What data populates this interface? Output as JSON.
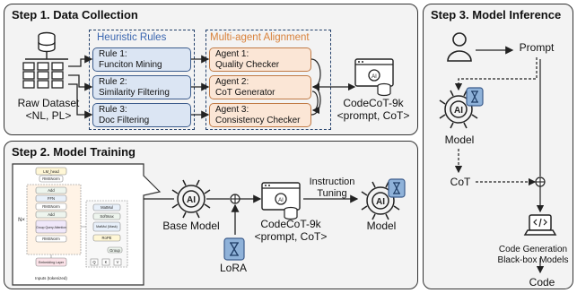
{
  "step1": {
    "title": "Step 1. Data Collection",
    "raw_dataset": {
      "line1": "Raw Dataset",
      "line2": "<NL, PL>"
    },
    "heuristic": {
      "header": "Heuristic Rules",
      "rules": [
        {
          "num": "Rule 1:",
          "name": "Funciton Mining"
        },
        {
          "num": "Rule 2:",
          "name": "Similarity Filtering"
        },
        {
          "num": "Rule 3:",
          "name": "Doc Filtering"
        }
      ]
    },
    "multi_agent": {
      "header": "Multi-agent Alignment",
      "agents": [
        {
          "num": "Agent 1:",
          "name": "Quality Checker"
        },
        {
          "num": "Agent 2:",
          "name": "CoT Generator"
        },
        {
          "num": "Agent 3:",
          "name": "Consistency Checker"
        }
      ]
    },
    "output": {
      "line1": "CodeCoT-9k",
      "line2": "<prompt, CoT>"
    }
  },
  "step2": {
    "title": "Step 2. Model Training",
    "arch": {
      "n_label": "N×",
      "inputs_label": "Inputs (tokenized)",
      "layers": [
        "LM_head",
        "RMSNorm",
        "Add",
        "FFN",
        "RMSNorm",
        "Add",
        "Group Query Attention",
        "RMSNorm",
        "Embedding Layer"
      ],
      "attn": [
        "MatMul",
        "Softmax",
        "MatMul (Mask)",
        "RoPE",
        "Group"
      ],
      "qkv": [
        "Q",
        "K",
        "V"
      ]
    },
    "base_model": "Base Model",
    "lora": "LoRA",
    "dataset": {
      "line1": "CodeCoT-9k",
      "line2": "<prompt, CoT>"
    },
    "instruction": {
      "line1": "Instruction",
      "line2": "Tuning"
    },
    "model": "Model"
  },
  "step3": {
    "title": "Step 3. Model Inference",
    "prompt": "Prompt",
    "model": "Model",
    "cot": "CoT",
    "codegen": {
      "line1": "Code Generation",
      "line2": "Black-box Models"
    },
    "code": "Code"
  },
  "colors": {
    "panel_bg": "#f3f3f3",
    "blue_box": "#dbe5f3",
    "orange_box": "#fbe6d6",
    "accent_blue": "#3a66b0",
    "accent_orange": "#d9823b",
    "lora_blue": "#8fb2d9"
  }
}
